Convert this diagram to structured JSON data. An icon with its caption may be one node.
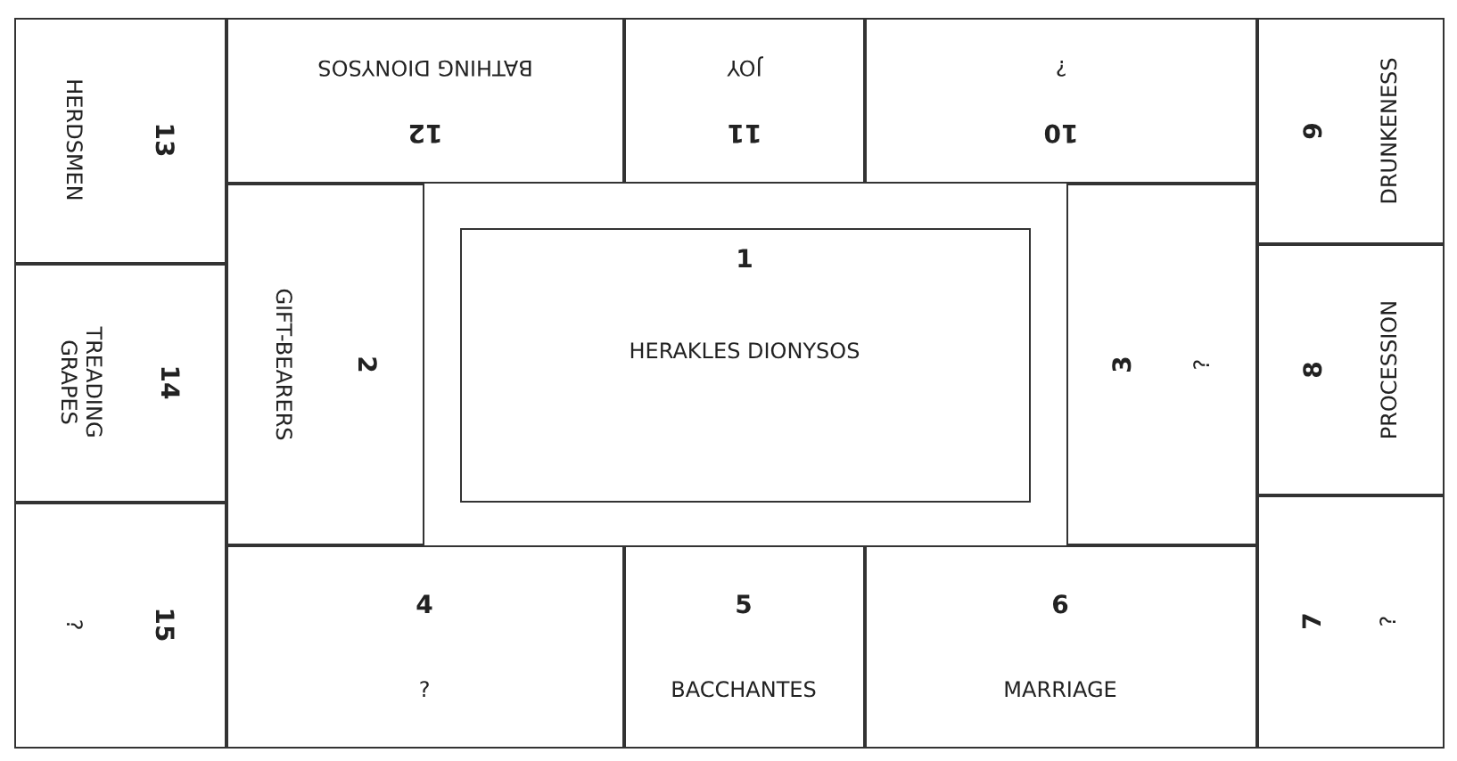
{
  "diagram": {
    "nodes": [
      {
        "text": [
          "1",
          "HERAKLES DIONYSOS"
        ]
      },
      {
        "text": [
          "2",
          "GIFT-BEARERS"
        ]
      },
      {
        "text": [
          "3",
          "?"
        ]
      },
      {
        "text": [
          "4",
          "?"
        ]
      },
      {
        "text": [
          "5",
          "BACCHANTES"
        ]
      },
      {
        "text": [
          "6",
          "MARRIAGE"
        ]
      },
      {
        "text": [
          "7",
          "?"
        ]
      },
      {
        "text": [
          "8",
          "PROCESSION"
        ]
      },
      {
        "text": [
          "9",
          "DRUNKENESS"
        ]
      },
      {
        "text": [
          "10",
          "?"
        ]
      },
      {
        "text": [
          "11",
          "JOY"
        ]
      },
      {
        "text": [
          "12",
          "BATHING DIONYSOS"
        ]
      },
      {
        "text": [
          "13",
          "HERDSMEN"
        ]
      },
      {
        "text": [
          "14",
          "TREADING GRAPES"
        ]
      },
      {
        "text": [
          "15",
          "?"
        ]
      }
    ],
    "edges": []
  }
}
